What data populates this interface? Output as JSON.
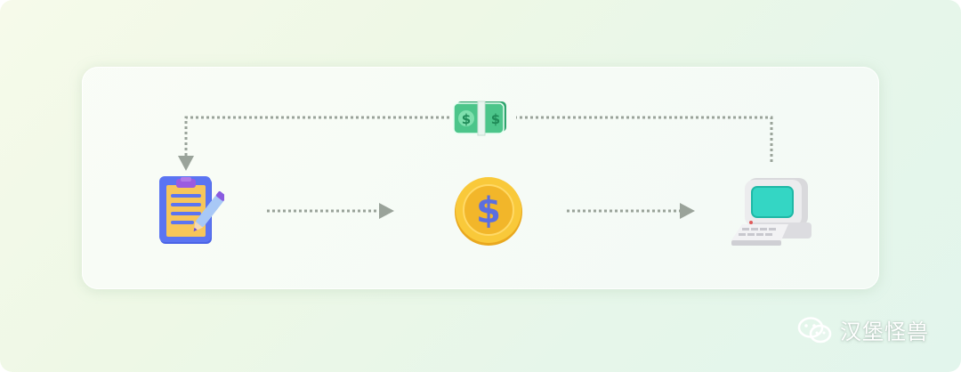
{
  "diagram": {
    "nodes": [
      {
        "id": "clipboard",
        "icon": "clipboard-pencil-icon"
      },
      {
        "id": "coin",
        "icon": "dollar-coin-icon"
      },
      {
        "id": "computer",
        "icon": "retro-computer-icon"
      },
      {
        "id": "cash",
        "icon": "dollar-banknote-stack-icon"
      }
    ],
    "edges": [
      {
        "from": "clipboard",
        "to": "coin",
        "style": "dotted-arrow"
      },
      {
        "from": "coin",
        "to": "computer",
        "style": "dotted-arrow"
      },
      {
        "from": "computer",
        "to": "clipboard",
        "via": "cash",
        "style": "dotted-loop-arrow"
      }
    ]
  },
  "colors": {
    "arrow": "#9aa39a",
    "card": "#f6fbf6",
    "background": "#eef8e6"
  },
  "watermark": {
    "icon": "wechat-icon",
    "text": "汉堡怪兽"
  }
}
